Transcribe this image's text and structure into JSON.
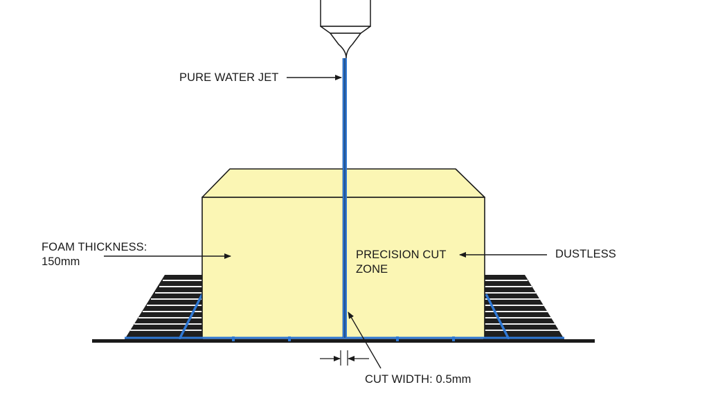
{
  "labels": {
    "water_jet": "PURE WATER JET",
    "foam_thickness_line1": "FOAM THICKNESS:",
    "foam_thickness_line2": "150mm",
    "precision_cut_line1": "PRECISION CUT",
    "precision_cut_line2": "ZONE",
    "dustless": "DUSTLESS",
    "cut_width": "CUT WIDTH: 0.5mm"
  },
  "icons": {
    "nozzle": "water-jet-nozzle-icon",
    "grate": "support-grate-icon"
  },
  "colors": {
    "foam_fill": "#fbf6b4",
    "jet_blue": "#2f78d4",
    "outline": "#1a1a1a",
    "grate_dark": "#222222"
  }
}
